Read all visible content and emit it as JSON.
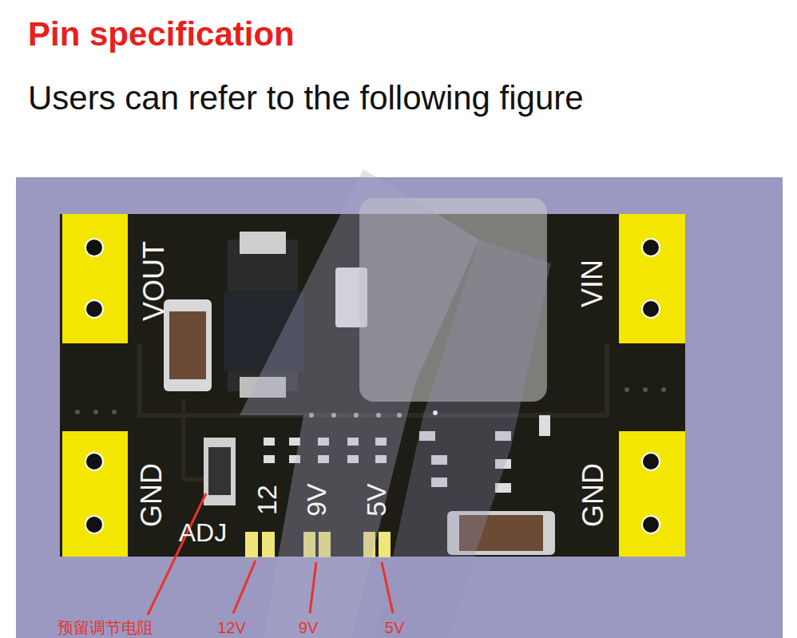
{
  "diagram": {
    "title": "Pin specification",
    "labels": [
      "Users can refer to the following figure",
      "VOUT",
      "VIN",
      "GND",
      "GND",
      "ADJ",
      "12",
      "9V",
      "5V",
      "预留调节电阻",
      "12V",
      "9V",
      "5V"
    ]
  }
}
